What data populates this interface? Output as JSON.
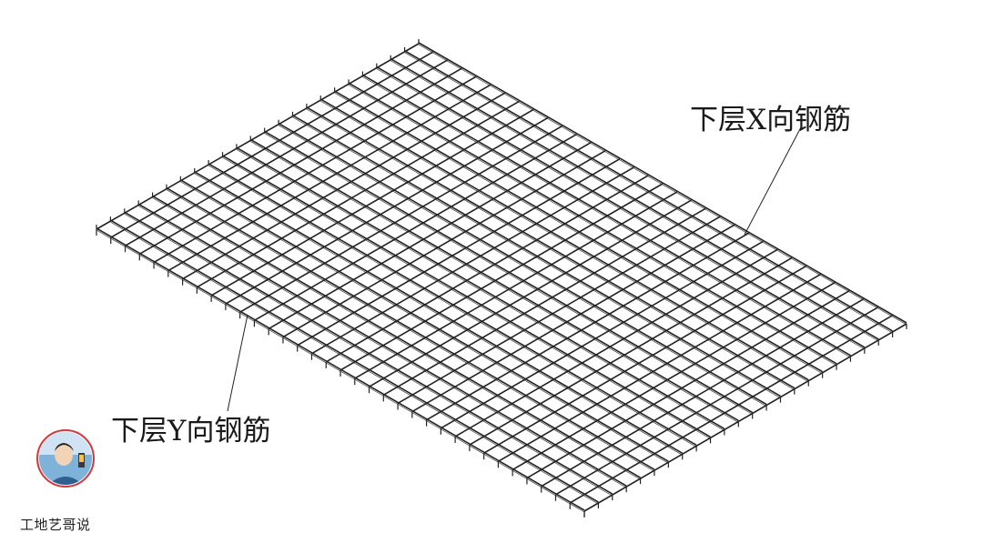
{
  "labels": {
    "top_x_rebar": "下层X向钢筋",
    "bottom_y_rebar": "下层Y向钢筋"
  },
  "watermark": {
    "account_name": "工地艺哥说",
    "avatar_icon": "person-portrait-avatar-icon"
  },
  "mesh": {
    "x_bar_count": 34,
    "y_bar_count": 23,
    "line_color": "#222222"
  }
}
